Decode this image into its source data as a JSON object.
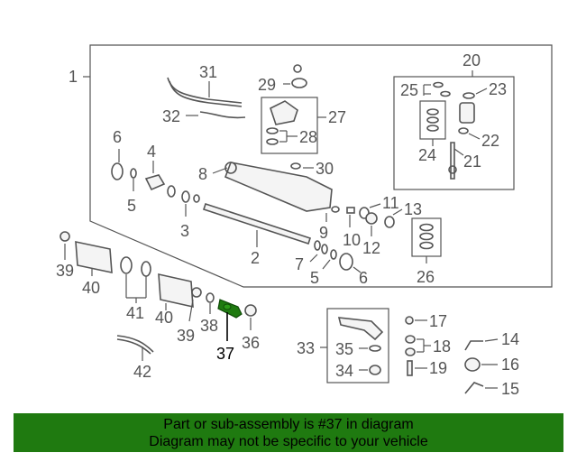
{
  "diagram": {
    "highlight_color": "#1f7a10",
    "banner_color": "#1f7a10",
    "callouts": {
      "n1": "1",
      "n2": "2",
      "n3": "3",
      "n4": "4",
      "n5": "5",
      "n5b": "5",
      "n6": "6",
      "n6b": "6",
      "n7": "7",
      "n8": "8",
      "n9": "9",
      "n10": "10",
      "n11": "11",
      "n12": "12",
      "n13": "13",
      "n14": "14",
      "n15": "15",
      "n16": "16",
      "n17": "17",
      "n18": "18",
      "n19": "19",
      "n20": "20",
      "n21": "21",
      "n22": "22",
      "n23": "23",
      "n24": "24",
      "n25": "25",
      "n26": "26",
      "n27": "27",
      "n28": "28",
      "n29": "29",
      "n30": "30",
      "n31": "31",
      "n32": "32",
      "n33": "33",
      "n34": "34",
      "n35": "35",
      "n36": "36",
      "n37": "37",
      "n38": "38",
      "n39": "39",
      "n39b": "39",
      "n40": "40",
      "n40b": "40",
      "n41": "41",
      "n42": "42"
    }
  },
  "banner": {
    "line1": "Part or sub-assembly is #37 in diagram",
    "line2": "Diagram may not be specific to your vehicle"
  }
}
